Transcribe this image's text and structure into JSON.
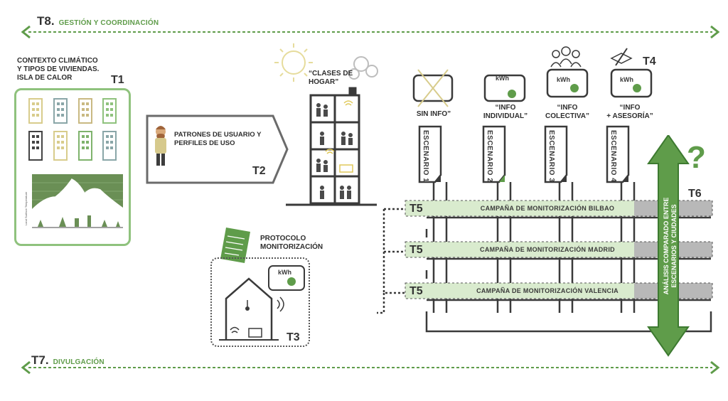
{
  "t8": {
    "code": "T8.",
    "label": "GESTIÓN Y COORDINACIÓN"
  },
  "t7": {
    "code": "T7.",
    "label": "DIVULGACIÓN"
  },
  "t1": {
    "code": "T1",
    "title_lines": [
      "CONTEXTO CLIMÁTICO",
      "Y TIPOS DE VIVIENDAS.",
      "ISLA DE CALOR"
    ],
    "chart_ylabel": "Land Surface Temperature"
  },
  "t2": {
    "code": "T2",
    "text_lines": [
      "PATRONES DE USUARIO Y",
      "PERFILES DE USO"
    ]
  },
  "hogar": {
    "lines": [
      "“CLASES DE",
      "HOGAR”"
    ]
  },
  "t3": {
    "code": "T3",
    "protocol_lines": [
      "PROTOCOLO",
      "MONITORIZACIÓN"
    ],
    "kwh": "kWh"
  },
  "t4": {
    "code": "T4"
  },
  "scenarios": [
    {
      "cap_lines": [
        "SIN INFO”",
        ""
      ],
      "label": "ESCENARIO 1"
    },
    {
      "cap_lines": [
        "“INFO",
        "INDIVIDUAL”"
      ],
      "label": "ESCENARIO 2",
      "kwh": "kWh"
    },
    {
      "cap_lines": [
        "“INFO",
        "COLECTIVA”"
      ],
      "label": "ESCENARIO 3",
      "kwh": "kWh"
    },
    {
      "cap_lines": [
        "“INFO",
        "+ ASESORÍA”"
      ],
      "label": "ESCENARIO 4",
      "kwh": "kWh"
    }
  ],
  "campaigns": [
    {
      "code": "T5",
      "label": "CAMPAÑA DE MONITORIZACIÓN BILBAO"
    },
    {
      "code": "T5",
      "label": "CAMPAÑA DE MONITORIZACIÓN MADRID"
    },
    {
      "code": "T5",
      "label": "CAMPAÑA DE MONITORIZACIÓN VALENCIA"
    }
  ],
  "t6": {
    "code": "T6",
    "arrow_lines": [
      "ANÁLISIS COMPARADO ENTRE",
      "ESCENARIOS Y CIUDADES"
    ],
    "question": "?"
  },
  "colors": {
    "green": "#5f9c4a",
    "light_green": "#8fc27d",
    "pale_green": "#d9ebce",
    "dark": "#333333"
  }
}
